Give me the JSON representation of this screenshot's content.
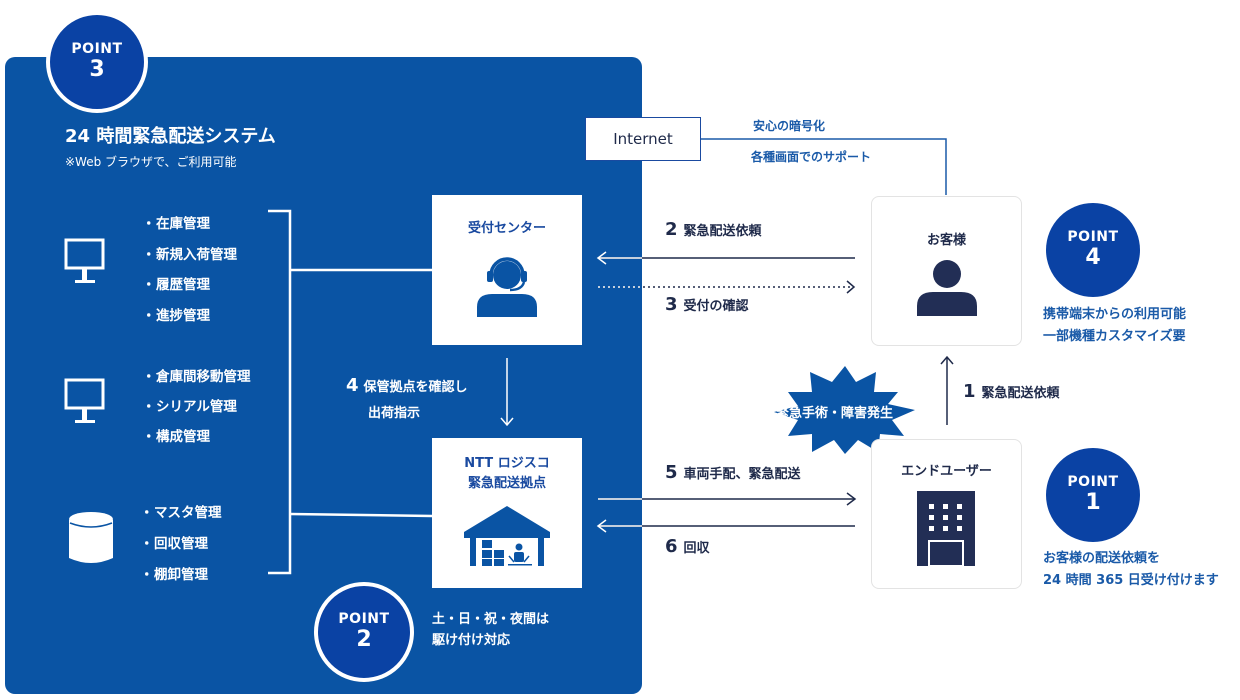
{
  "system": {
    "title": "24 時間緊急配送システム",
    "subtitle": "※Web ブラウザで、ご利用可能",
    "groups": [
      {
        "icon": "monitor-icon",
        "items": [
          "在庫管理",
          "新規入荷管理",
          "履歴管理",
          "進捗管理"
        ]
      },
      {
        "icon": "monitor-icon",
        "items": [
          "倉庫間移動管理",
          "シリアル管理",
          "構成管理"
        ]
      },
      {
        "icon": "database-icon",
        "items": [
          "マスタ管理",
          "回収管理",
          "棚卸管理"
        ]
      }
    ]
  },
  "points": [
    {
      "label": "POINT",
      "number": "1",
      "text": [
        "お客様の配送依頼を",
        "24 時間 365 日受け付けます"
      ]
    },
    {
      "label": "POINT",
      "number": "2",
      "text": [
        "土・日・祝・夜間は",
        "駆け付け対応"
      ]
    },
    {
      "label": "POINT",
      "number": "3"
    },
    {
      "label": "POINT",
      "number": "4",
      "text": [
        "携帯端末からの利用可能",
        "一部機種カスタマイズ要"
      ]
    }
  ],
  "nodes": {
    "reception": {
      "label": "受付センター",
      "icon": "headset-operator-icon"
    },
    "depot": {
      "label_lines": [
        "NTT ロジスコ",
        "緊急配送拠点"
      ],
      "icon": "warehouse-icon"
    },
    "customer": {
      "label": "お客様",
      "icon": "person-icon"
    },
    "enduser": {
      "label": "エンドユーザー",
      "icon": "building-icon"
    },
    "internet": {
      "label": "Internet"
    }
  },
  "internet_notes": [
    "安心の暗号化",
    "各種画面でのサポート"
  ],
  "flows": [
    {
      "num": "1",
      "text": "緊急配送依頼"
    },
    {
      "num": "2",
      "text": "緊急配送依頼"
    },
    {
      "num": "3",
      "text": "受付の確認"
    },
    {
      "num": "4",
      "text_lines": [
        "保管拠点を確認し",
        "出荷指示"
      ]
    },
    {
      "num": "5",
      "text": "車両手配、緊急配送"
    },
    {
      "num": "6",
      "text": "回収"
    }
  ],
  "burst": {
    "text": "緊急手術・障害発生"
  },
  "colors": {
    "panel": "#0a54a4",
    "point": "#0a42a4",
    "dark": "#1f2a4a",
    "accent": "#1a5aa8"
  }
}
